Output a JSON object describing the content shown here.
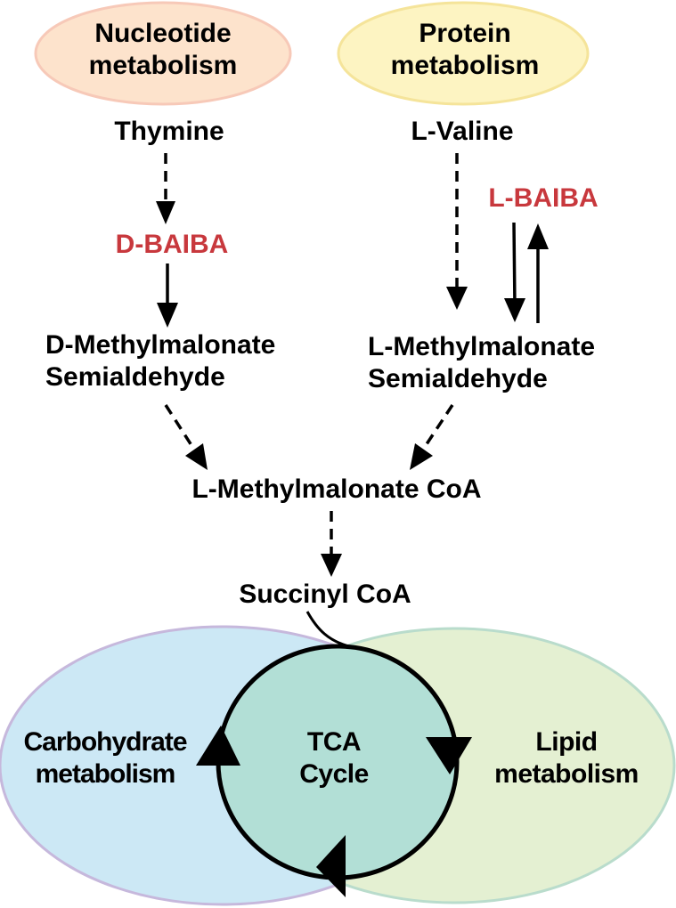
{
  "diagram": {
    "sources": [
      {
        "id": "nucleotide",
        "label_lines": [
          "Nucleotide",
          "metabolism"
        ],
        "fill": "#fde3cc",
        "stroke": "#f7c9b8"
      },
      {
        "id": "protein",
        "label_lines": [
          "Protein",
          "metabolism"
        ],
        "fill": "#fdf4c2",
        "stroke": "#f5e49a"
      }
    ],
    "nodes": {
      "thymine": "Thymine",
      "d_baiba": "D-BAIBA",
      "d_mmsa_line1": "D-Methylmalonate",
      "d_mmsa_line2": "Semialdehyde",
      "l_valine": "L-Valine",
      "l_baiba": "L-BAIBA",
      "l_mmsa_line1": "L-Methylmalonate",
      "l_mmsa_line2": "Semialdehyde",
      "l_mm_coa": "L-Methylmalonate CoA",
      "succinyl_coa": "Succinyl CoA",
      "tca_line1": "TCA",
      "tca_line2": "Cycle",
      "carb_line1": "Carbohydrate",
      "carb_line2": "metabolism",
      "lipid_line1": "Lipid",
      "lipid_line2": "metabolism"
    },
    "edges": [
      {
        "from": "Thymine",
        "to": "D-BAIBA",
        "style": "dashed"
      },
      {
        "from": "D-BAIBA",
        "to": "D-Methylmalonate Semialdehyde",
        "style": "solid"
      },
      {
        "from": "L-Valine",
        "to": "L-Methylmalonate Semialdehyde",
        "style": "dashed"
      },
      {
        "from": "L-BAIBA",
        "to": "L-Methylmalonate Semialdehyde",
        "style": "solid"
      },
      {
        "from": "L-Methylmalonate Semialdehyde",
        "to": "L-BAIBA",
        "style": "solid"
      },
      {
        "from": "D-Methylmalonate Semialdehyde",
        "to": "L-Methylmalonate CoA",
        "style": "dashed"
      },
      {
        "from": "L-Methylmalonate Semialdehyde",
        "to": "L-Methylmalonate CoA",
        "style": "dashed"
      },
      {
        "from": "L-Methylmalonate CoA",
        "to": "Succinyl CoA",
        "style": "dashed"
      },
      {
        "from": "Succinyl CoA",
        "to": "TCA Cycle",
        "style": "solid"
      }
    ],
    "colors": {
      "highlight": "#c8383d",
      "text": "#000000",
      "carb_fill": "#cce8f5",
      "carb_stroke": "#c6b8dc",
      "lipid_fill": "#e2efce",
      "lipid_stroke": "#b9dccc",
      "tca_fill": "#b2dfd6"
    }
  }
}
